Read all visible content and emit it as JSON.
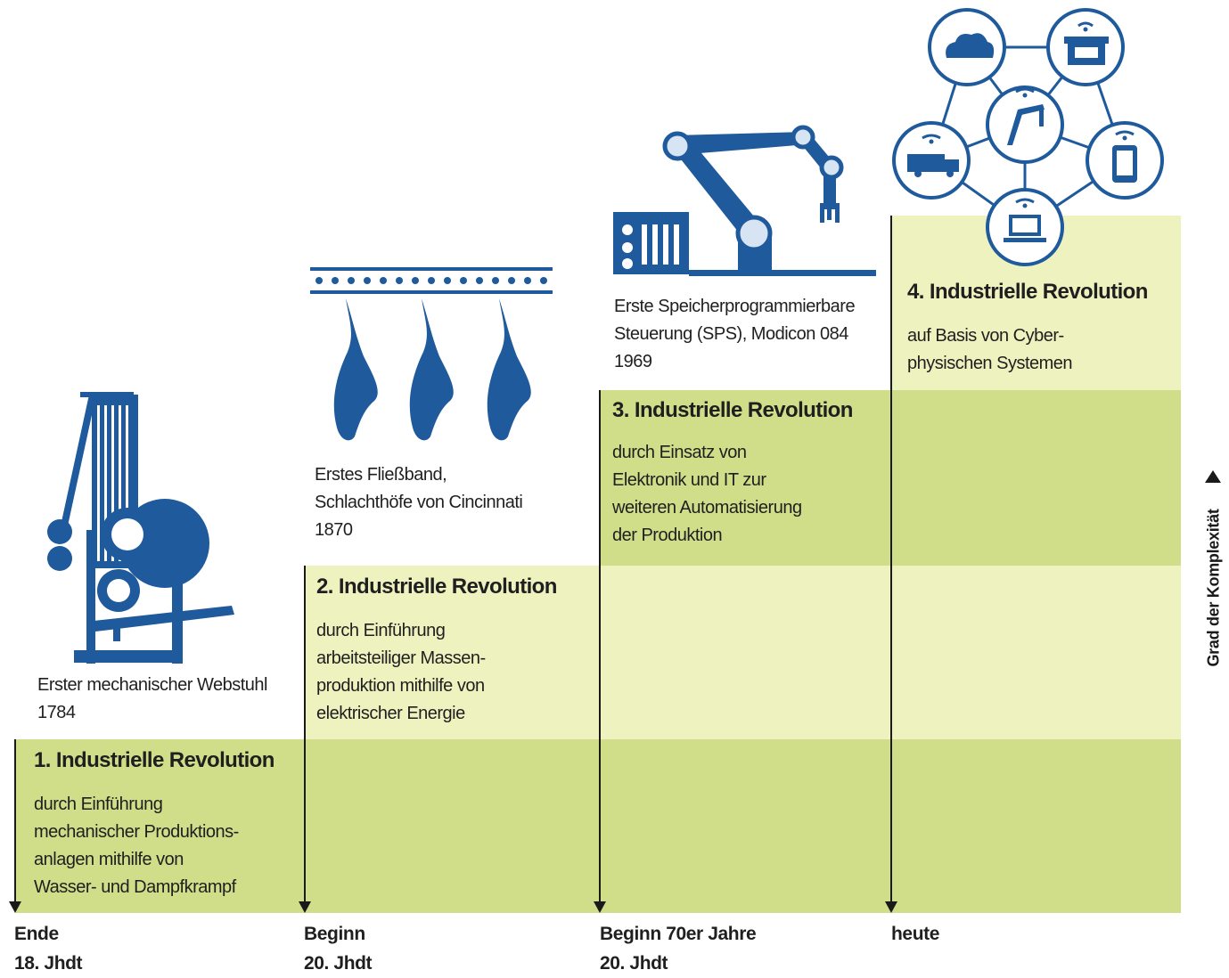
{
  "axis": {
    "label": "Grad der Komplexität"
  },
  "stages": [
    {
      "title": "1. Industrielle Revolution",
      "description": "durch Einführung\nmechanischer Produktions-\nanlagen mithilfe von\nWasser- und Dampfkrampf",
      "caption": "Erster mechanischer Webstuhl\n1784",
      "era": "Ende\n18. Jhdt",
      "icon": "loom-icon"
    },
    {
      "title": "2. Industrielle Revolution",
      "description": "durch Einführung\narbeitsteiliger Massen-\nproduktion mithilfe von\nelektrischer Energie",
      "caption": "Erstes Fließband,\nSchlachthöfe von Cincinnati\n1870",
      "era": "Beginn\n20. Jhdt",
      "icon": "conveyor-belt-icon"
    },
    {
      "title": "3. Industrielle Revolution",
      "description": "durch Einsatz von\nElektronik und IT zur\nweiteren Automatisierung\nder Produktion",
      "caption": "Erste Speicherprogrammierbare\nSteuerung (SPS), Modicon 084\n1969",
      "era": "Beginn 70er Jahre\n20. Jhdt",
      "icon": "robot-arm-icon"
    },
    {
      "title": "4. Industrielle Revolution",
      "description": "auf Basis von Cyber-\nphysischen Systemen",
      "caption": "",
      "era": "heute",
      "icon": "cyber-physical-network-icon"
    }
  ],
  "colors": {
    "band_dark": "#d0de8a",
    "band_light": "#eef2bf",
    "icon_blue": "#1e5a9c",
    "icon_light": "#d6e4f3"
  }
}
